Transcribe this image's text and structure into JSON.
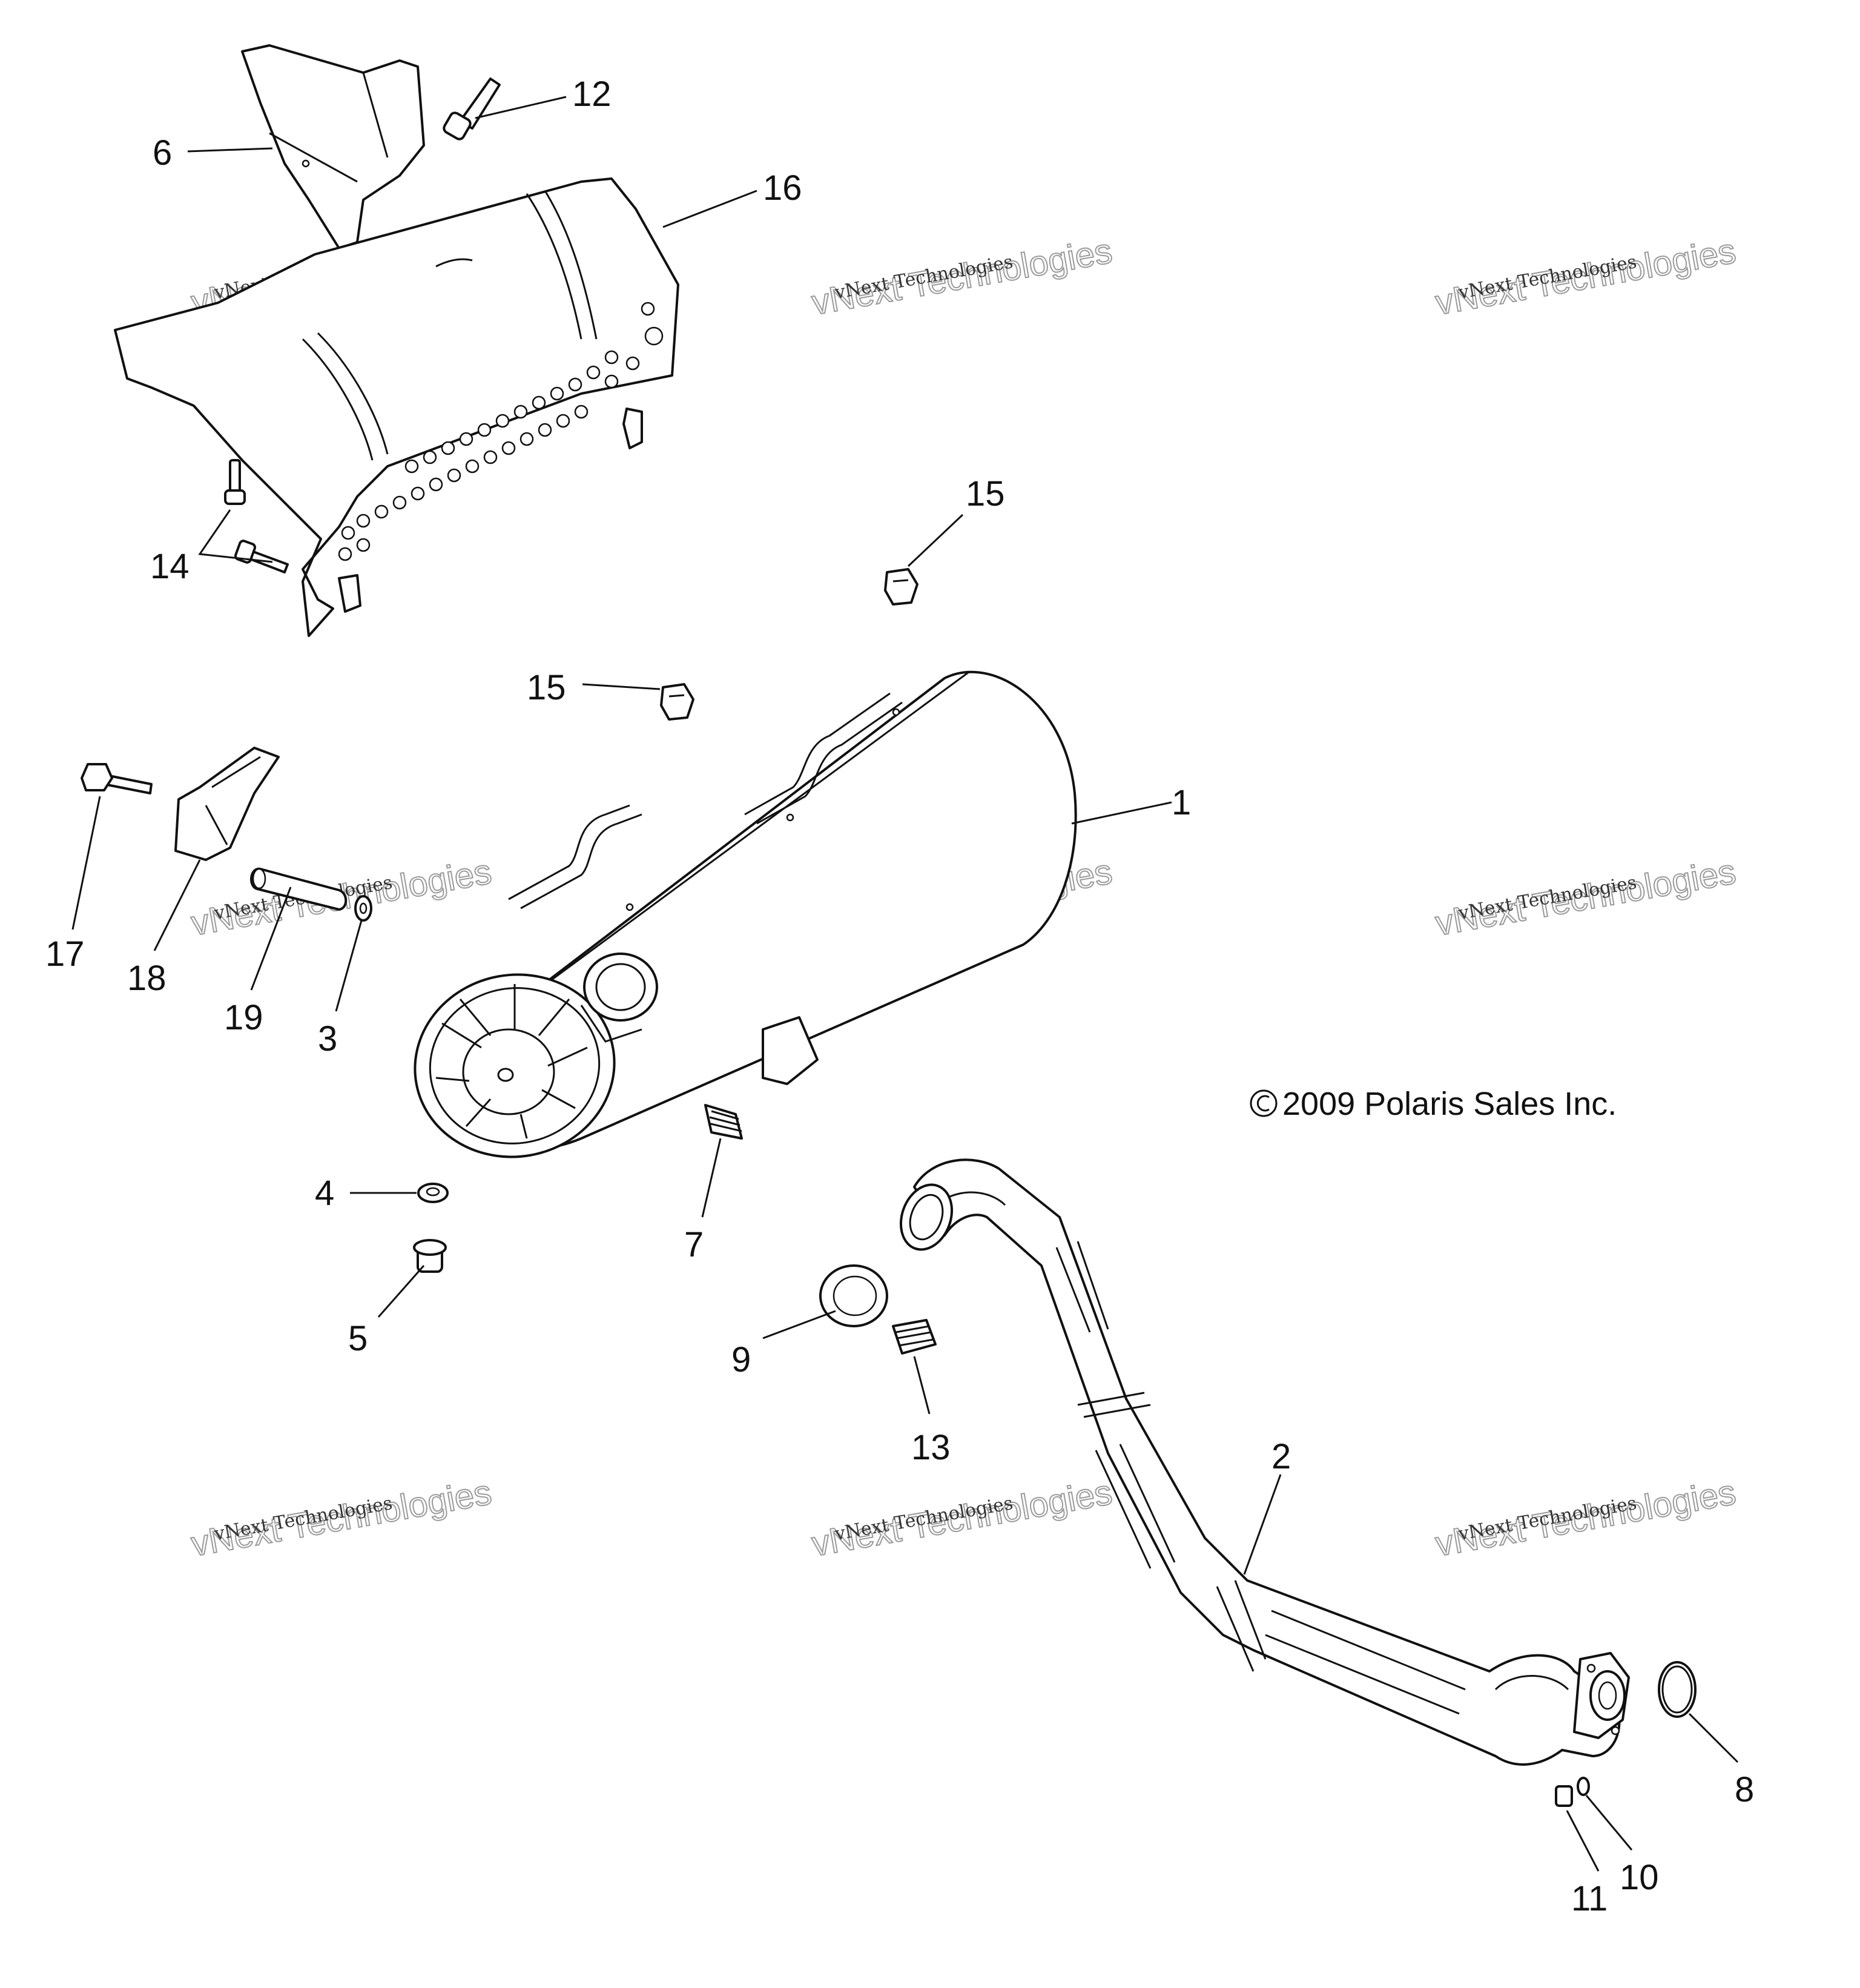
{
  "diagram": {
    "callouts": [
      {
        "id": "c1",
        "label": "1"
      },
      {
        "id": "c2",
        "label": "2"
      },
      {
        "id": "c3",
        "label": "3"
      },
      {
        "id": "c4",
        "label": "4"
      },
      {
        "id": "c5",
        "label": "5"
      },
      {
        "id": "c6",
        "label": "6"
      },
      {
        "id": "c7",
        "label": "7"
      },
      {
        "id": "c8",
        "label": "8"
      },
      {
        "id": "c9",
        "label": "9"
      },
      {
        "id": "c10",
        "label": "10"
      },
      {
        "id": "c11",
        "label": "11"
      },
      {
        "id": "c12",
        "label": "12"
      },
      {
        "id": "c13",
        "label": "13"
      },
      {
        "id": "c14",
        "label": "14"
      },
      {
        "id": "c15a",
        "label": "15"
      },
      {
        "id": "c15b",
        "label": "15"
      },
      {
        "id": "c16",
        "label": "16"
      },
      {
        "id": "c17",
        "label": "17"
      },
      {
        "id": "c18",
        "label": "18"
      },
      {
        "id": "c19",
        "label": "19"
      }
    ],
    "copyright": "2009 Polaris Sales Inc.",
    "watermark": {
      "line1": "vNext Technologies",
      "line2": "vNext Technologies"
    }
  }
}
